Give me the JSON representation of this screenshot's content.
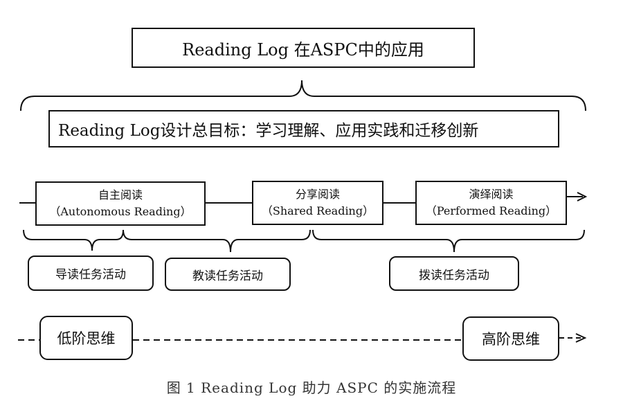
{
  "title": "Reading Log 在ASPC中的应用",
  "goal": "Reading Log设计总目标：学习理解、应用实践和迁移创新",
  "stages": [
    {
      "name": "自主阅读",
      "english": "（Autonomous Reading）"
    },
    {
      "name": "分享阅读",
      "english": "（Shared Reading）"
    },
    {
      "name": "演绎阅读",
      "english": "（Performed Reading）"
    }
  ],
  "tasks": [
    "导读任务活动",
    "教读任务活动",
    "拨读任务活动"
  ],
  "levels": {
    "low": "低阶思维",
    "high": "高阶思维"
  },
  "caption": "图 1   Reading Log 助力 ASPC 的实施流程",
  "colors": {
    "stroke": "#111111",
    "caption": "#333333",
    "background": "#ffffff"
  }
}
